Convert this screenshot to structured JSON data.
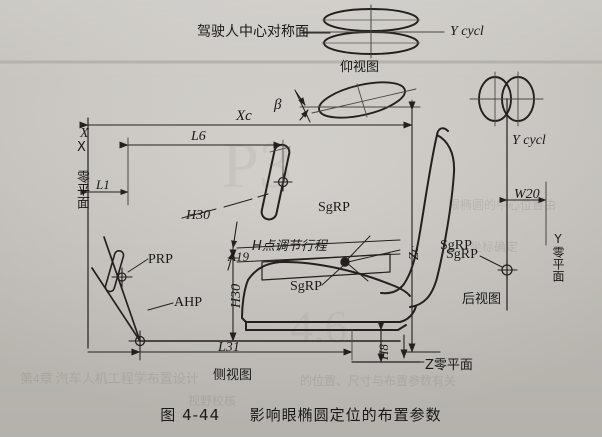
{
  "figure": {
    "caption_number": "图 4-44",
    "caption_title": "影响眼椭圆定位的布置参数"
  },
  "views": {
    "bottom_view": {
      "caption": "仰视图",
      "symmetry_plane_label": "驾驶人中心对称面",
      "axis_label": "Y cycl"
    },
    "side_view": {
      "caption": "侧视图"
    },
    "rear_view": {
      "caption": "后视图",
      "axis_label": "Y cycl",
      "zero_plane_label": "Y零平面",
      "sgrp_label": "SgRP",
      "dimension_w20": "W20"
    }
  },
  "planes": {
    "x_zero": "X 零平面",
    "z_zero": "Z零平面",
    "y_zero": "Y零平面"
  },
  "dimensions": {
    "xc": "Xc",
    "l6": "L6",
    "l1": "L1",
    "l31": "L31",
    "zc": "Zc",
    "h30_upper": "H30",
    "h30_lower": "H30",
    "h8": "H8",
    "a19": "A19",
    "w20": "W20",
    "beta": "β",
    "x_axis": "X"
  },
  "points": {
    "prp": "PRP",
    "ahp": "AHP",
    "sgrp_top": "SgRP",
    "sgrp_mid": "SgRP",
    "sgrp_rear": "SgRP",
    "sgrp_rearview": "SgRP"
  },
  "annotations": {
    "h_point_travel": "H点调节行程"
  },
  "colors": {
    "ink": "#1b1a18",
    "line": "#2a2724",
    "paper": "#cfccc7"
  },
  "ghost_text": {
    "g1": "第4章  汽车人机工程学布置设计",
    "g2": "的位置、尺寸与布置参数有关",
    "g3": "眼椭圆的中心位置由",
    "g4": "坐标确定",
    "g5": "视野校核"
  }
}
